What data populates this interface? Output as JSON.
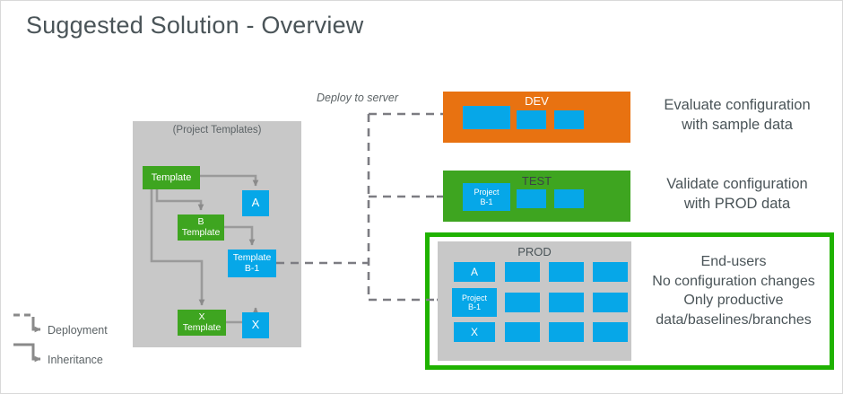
{
  "slide": {
    "title": "Suggested Solution - Overview"
  },
  "templates_panel": {
    "title": "(Project Templates)",
    "nodes": [
      {
        "id": "template",
        "label": "Template",
        "kind": "green"
      },
      {
        "id": "b-template",
        "label": "B\nTemplate",
        "kind": "green"
      },
      {
        "id": "x-template",
        "label": "X\nTemplate",
        "kind": "green"
      },
      {
        "id": "a",
        "label": "A",
        "kind": "blue"
      },
      {
        "id": "template-b1",
        "label": "Template\nB-1",
        "kind": "blue"
      },
      {
        "id": "x",
        "label": "X",
        "kind": "blue"
      }
    ]
  },
  "deploy": {
    "label": "Deploy to server"
  },
  "environments": [
    {
      "id": "dev",
      "name": "DEV",
      "band_color": "#e87211",
      "name_color": "#ffffff",
      "description": "Evaluate configuration\nwith sample data",
      "boxes": [
        {
          "label": ""
        },
        {
          "label": ""
        },
        {
          "label": ""
        }
      ]
    },
    {
      "id": "test",
      "name": "TEST",
      "band_color": "#3ea520",
      "name_color": "#3b4245",
      "description": "Validate configuration\nwith PROD data",
      "boxes": [
        {
          "label": "Project\nB-1"
        },
        {
          "label": ""
        },
        {
          "label": ""
        }
      ]
    },
    {
      "id": "prod",
      "name": "PROD",
      "band_color": "#c8c8c8",
      "name_color": "#4a5458",
      "outline_color": "#1fb200",
      "description": "End-users\nNo configuration changes\nOnly productive\ndata/baselines/branches",
      "grid": [
        [
          "A",
          "",
          "",
          ""
        ],
        [
          "Project\nB-1",
          "",
          "",
          ""
        ],
        [
          "X",
          "",
          "",
          ""
        ]
      ]
    }
  ],
  "legend": {
    "items": [
      {
        "id": "deployment",
        "label": "Deployment",
        "style": "dashed"
      },
      {
        "id": "inheritance",
        "label": "Inheritance",
        "style": "solid"
      }
    ]
  },
  "colors": {
    "green": "#3ea520",
    "blue": "#06a7e8",
    "orange": "#e87211",
    "gray_panel": "#c8c8c8",
    "text": "#4a5458",
    "connector": "#8a8a8a",
    "prod_outline": "#1fb200"
  }
}
